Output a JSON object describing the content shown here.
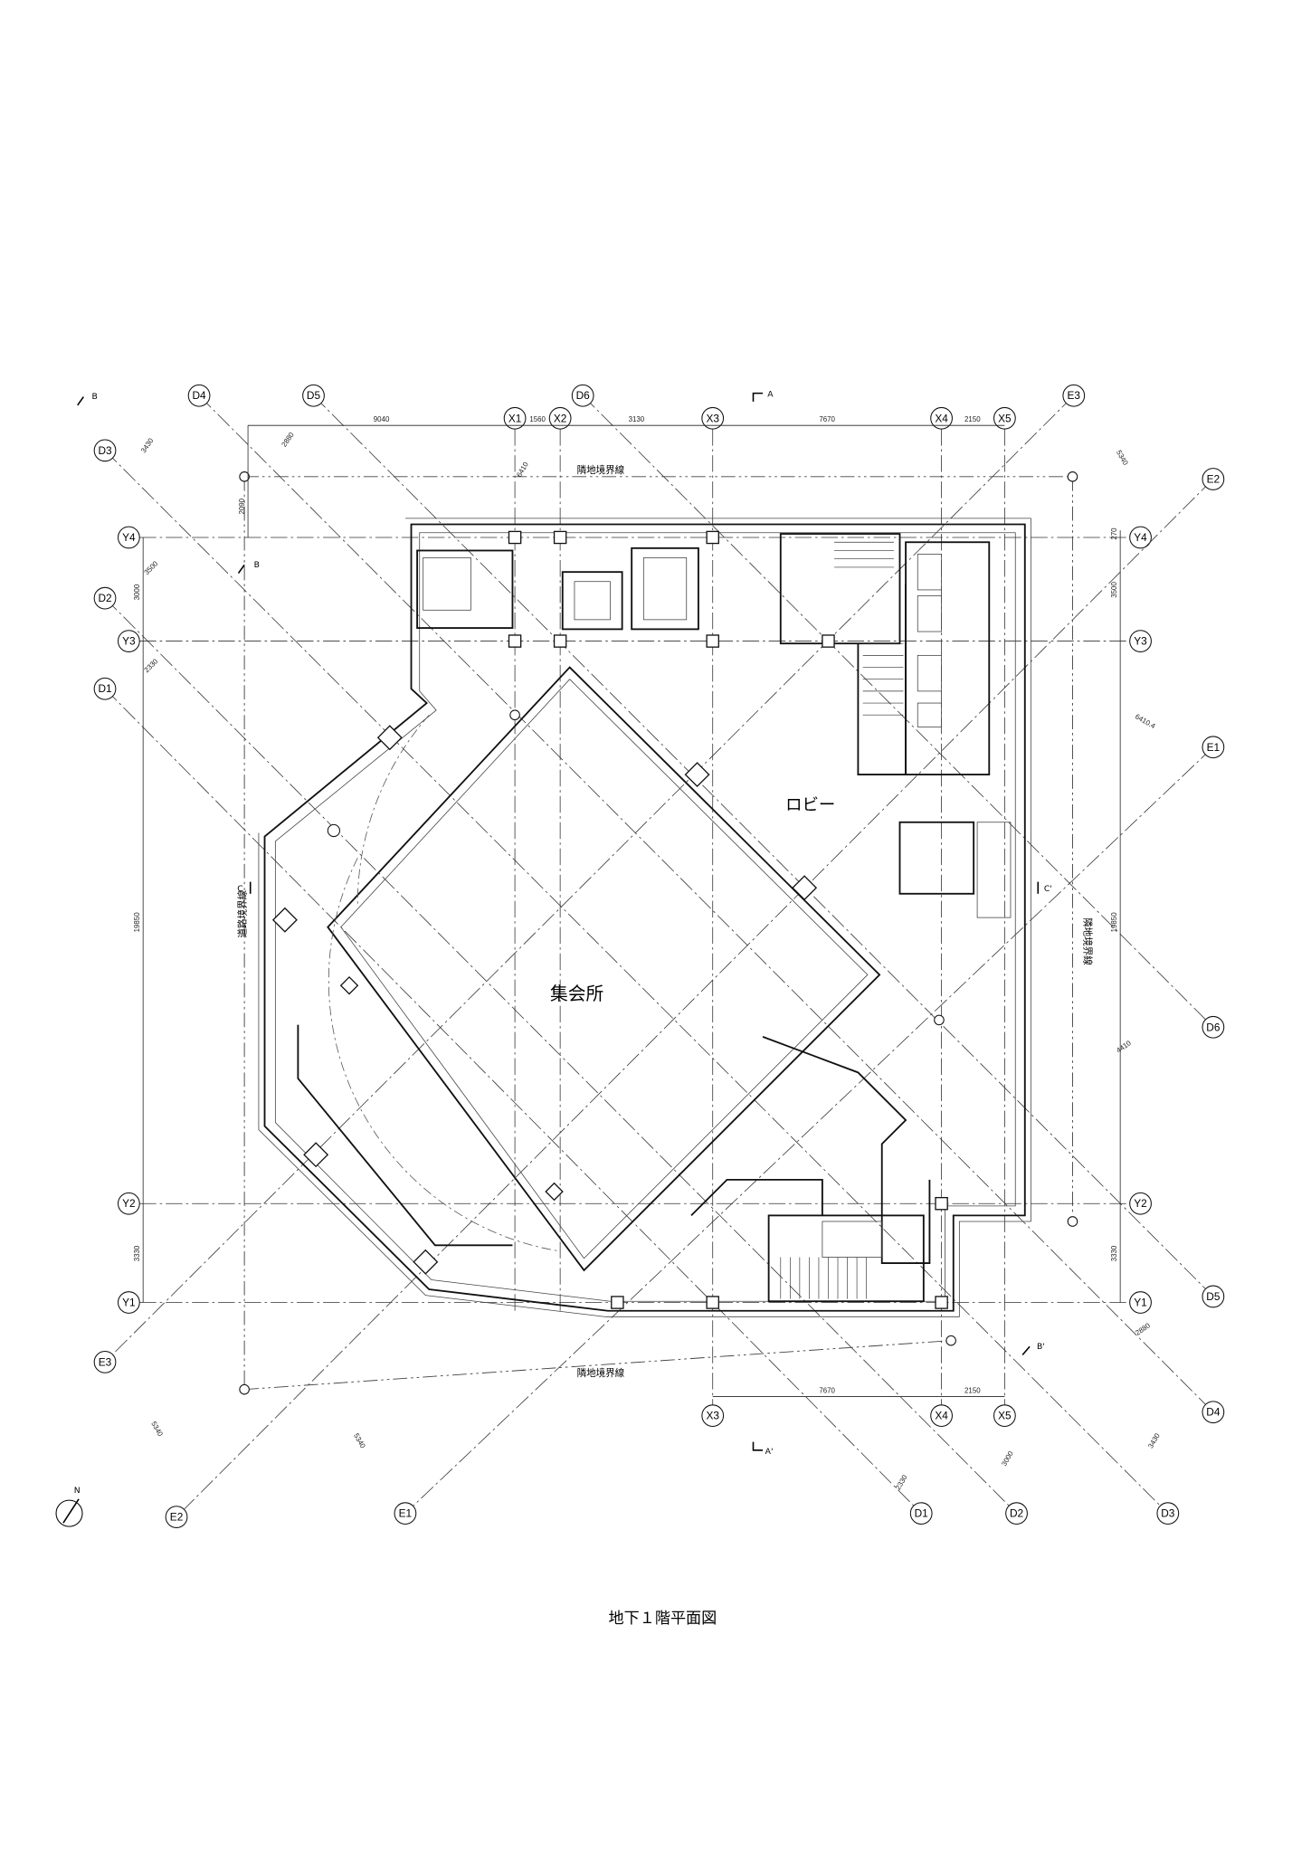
{
  "title": "地下１階平面図",
  "rooms": {
    "assembly": "集会所",
    "lobby": "ロビー"
  },
  "boundaries": {
    "top": "隣地境界線",
    "bottom": "隣地境界線",
    "left": "道路境界線",
    "right": "隣地境界線"
  },
  "grid": {
    "X": [
      "X1",
      "X2",
      "X3",
      "X4",
      "X5"
    ],
    "Y": [
      "Y4",
      "Y3",
      "Y2",
      "Y1"
    ],
    "D": [
      "D1",
      "D2",
      "D3",
      "D4",
      "D5",
      "D6"
    ],
    "E": [
      "E1",
      "E2",
      "E3"
    ]
  },
  "dimensions": {
    "top": [
      "9040",
      "1560",
      "3130",
      "7670",
      "2150"
    ],
    "bottom": [
      "7670",
      "2150"
    ],
    "right": [
      "270",
      "3500",
      "19850",
      "3330"
    ],
    "left": [
      "3500",
      "3000",
      "2330",
      "19850",
      "3330"
    ],
    "setback": "2090",
    "diagonal_top": [
      "3430",
      "2880",
      "6410",
      "5340"
    ],
    "diagonal_right": [
      "6410.4",
      "4410",
      "2880"
    ],
    "diagonal_bottom": [
      "5340",
      "5340",
      "2330",
      "3000",
      "3430"
    ]
  },
  "section_marks": {
    "a": "A",
    "a2": "A'",
    "b": "B",
    "b_inner": "B",
    "b2": "B'",
    "c": "C",
    "c2": "C'"
  },
  "north": "N"
}
